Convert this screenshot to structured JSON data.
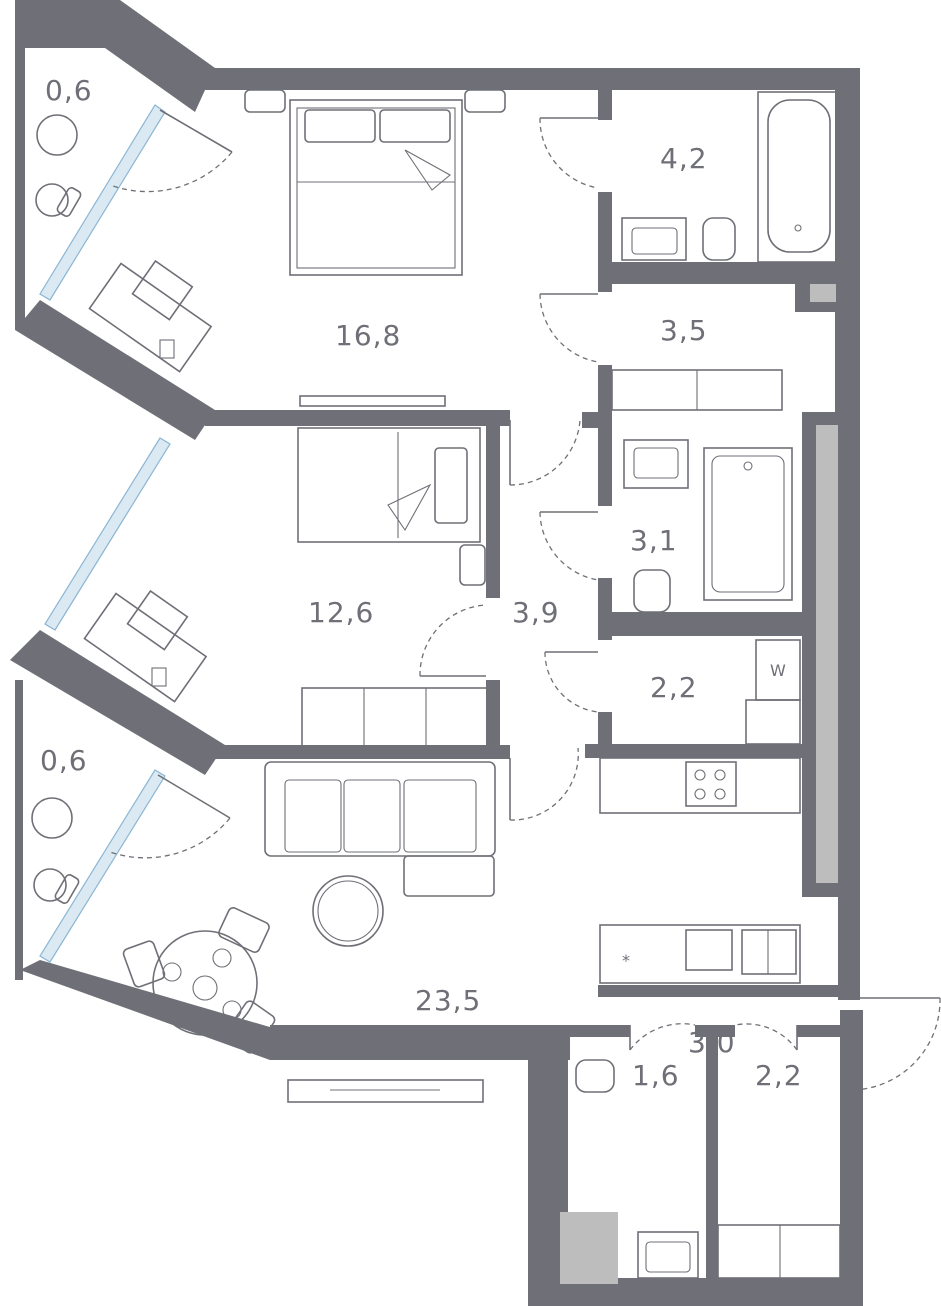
{
  "rooms": [
    {
      "id": "balcony-top",
      "area": "0,6"
    },
    {
      "id": "bedroom-main",
      "area": "16,8"
    },
    {
      "id": "bathroom-top",
      "area": "4,2"
    },
    {
      "id": "wardrobe",
      "area": "3,5"
    },
    {
      "id": "bathroom-middle",
      "area": "3,1"
    },
    {
      "id": "bedroom-second",
      "area": "12,6"
    },
    {
      "id": "hallway-inner",
      "area": "3,9"
    },
    {
      "id": "laundry",
      "area": "2,2"
    },
    {
      "id": "balcony-bottom",
      "area": "0,6"
    },
    {
      "id": "living-kitchen",
      "area": "23,5"
    },
    {
      "id": "entrance-hall",
      "area": "3,0"
    },
    {
      "id": "toilet",
      "area": "1,6"
    },
    {
      "id": "storage",
      "area": "2,2"
    }
  ],
  "labels": {
    "washer": "W",
    "fridge": "*"
  },
  "colors": {
    "wall": "#6f7077",
    "glass": "#dbe9f3",
    "shaft": "#bdbdbd"
  }
}
